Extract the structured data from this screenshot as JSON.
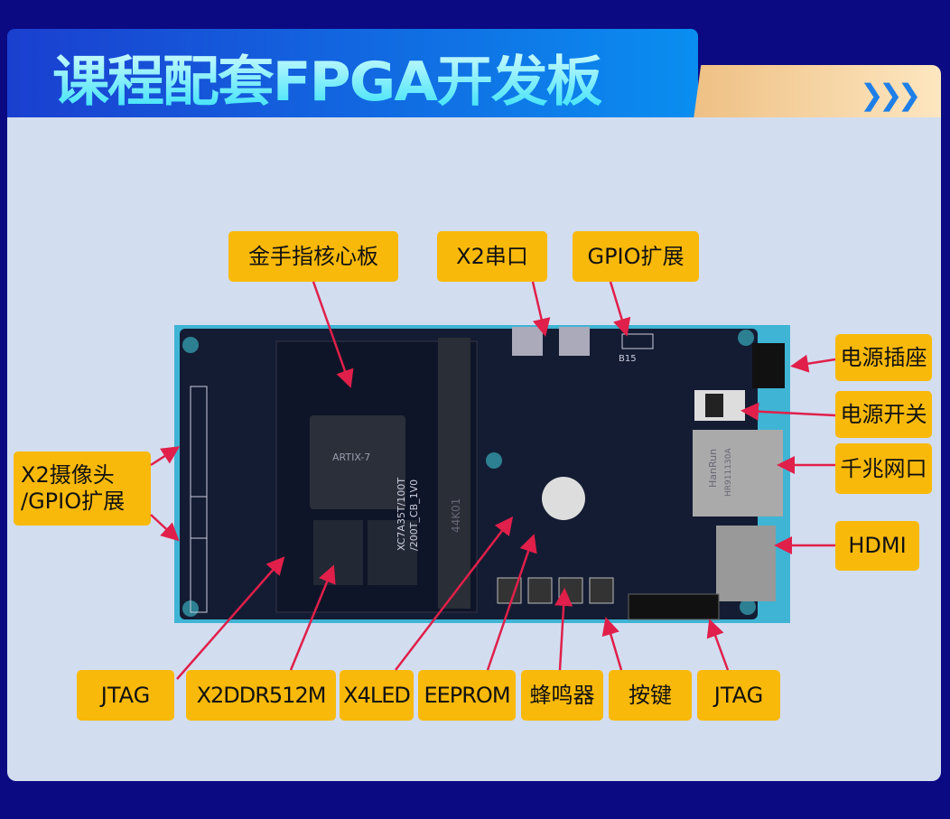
{
  "header": {
    "title": "课程配套FPGA开发板",
    "more_icon": "triple-chevron-right"
  },
  "board": {
    "silk_part": "XC7A35T/100T",
    "silk_ver": "/200T_CB_1V0",
    "chip": "ARTIX-7",
    "slot": "44K01",
    "gpio_bank": "B15",
    "eth_brand": "HanRun",
    "eth_model": "HR911130A"
  },
  "labels": {
    "core_board": "金手指核心板",
    "uart": "X2串口",
    "gpio": "GPIO扩展",
    "power_socket": "电源插座",
    "power_switch": "电源开关",
    "ethernet": "千兆网口",
    "hdmi": "HDMI",
    "camera_line1": "X2摄像头",
    "camera_line2": "/GPIO扩展",
    "jtag_left": "JTAG",
    "ddr": "X2DDR512M",
    "led": "X4LED",
    "eeprom": "EEPROM",
    "buzzer": "蜂鸣器",
    "keys": "按键",
    "jtag_right": "JTAG"
  },
  "colors": {
    "background": "#0b0a82",
    "card": "#d2ddf0",
    "label": "#f9b90a",
    "arrow": "#e0204a",
    "pcb": "#141c33"
  }
}
